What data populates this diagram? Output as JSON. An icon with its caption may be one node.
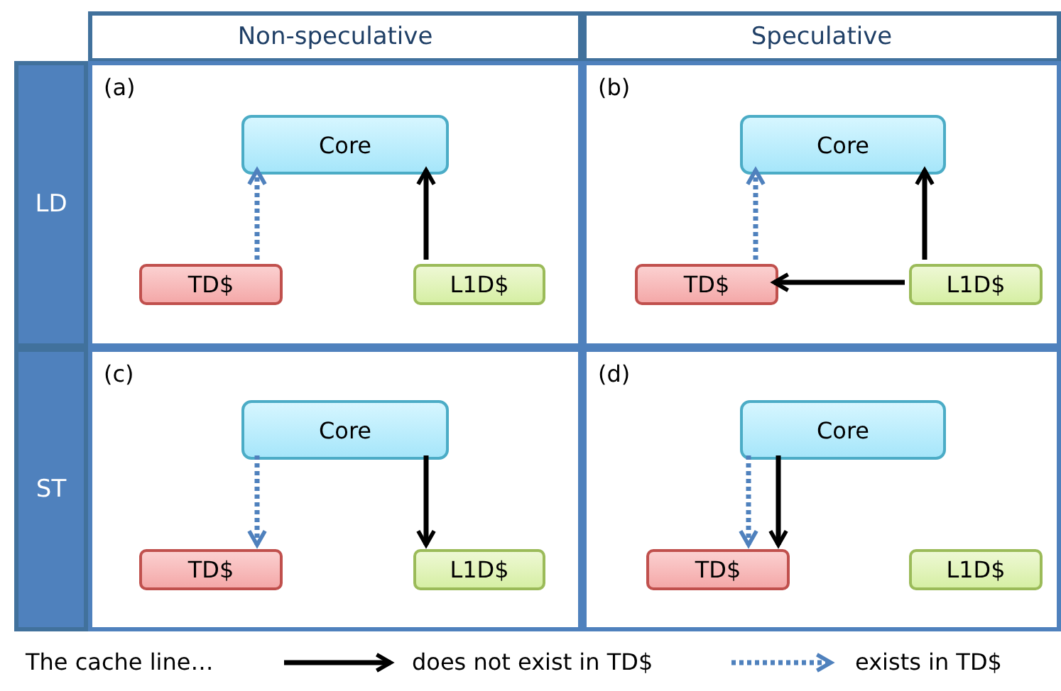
{
  "diagram": {
    "nodes": [
      {
        "text": [
          "Non-speculative"
        ]
      },
      {
        "text": [
          "Speculative"
        ]
      },
      {
        "text": [
          "LD"
        ]
      },
      {
        "text": [
          "ST"
        ]
      },
      {
        "text": [
          "(a)"
        ]
      },
      {
        "text": [
          "Core"
        ],
        "in": 4
      },
      {
        "text": [
          "TD$"
        ],
        "in": 4
      },
      {
        "text": [
          "L1D$"
        ],
        "in": 4
      },
      {
        "text": [
          "(b)"
        ]
      },
      {
        "text": [
          "Core"
        ],
        "in": 8
      },
      {
        "text": [
          "TD$"
        ],
        "in": 8
      },
      {
        "text": [
          "L1D$"
        ],
        "in": 8
      },
      {
        "text": [
          "(c)"
        ]
      },
      {
        "text": [
          "Core"
        ],
        "in": 12
      },
      {
        "text": [
          "TD$"
        ],
        "in": 12
      },
      {
        "text": [
          "L1D$"
        ],
        "in": 12
      },
      {
        "text": [
          "(d)"
        ]
      },
      {
        "text": [
          "Core"
        ],
        "in": 16
      },
      {
        "text": [
          "TD$"
        ],
        "in": 16
      },
      {
        "text": [
          "L1D$"
        ],
        "in": 16
      }
    ],
    "edges": [
      {
        "from": 6,
        "to": 5,
        "arrow": "to",
        "style": "dashed",
        "color": "#4f81bd"
      },
      {
        "from": 7,
        "to": 5,
        "arrow": "to"
      },
      {
        "from": 10,
        "to": 9,
        "arrow": "to",
        "style": "dashed",
        "color": "#4f81bd"
      },
      {
        "from": 11,
        "to": 9,
        "arrow": "to"
      },
      {
        "from": 11,
        "to": 10,
        "arrow": "to"
      },
      {
        "from": 13,
        "to": 14,
        "arrow": "to",
        "style": "dashed",
        "color": "#4f81bd"
      },
      {
        "from": 13,
        "to": 15,
        "arrow": "to"
      },
      {
        "from": 17,
        "to": 18,
        "arrow": "to",
        "style": "dashed",
        "color": "#4f81bd"
      },
      {
        "from": 17,
        "to": 18,
        "arrow": "to"
      }
    ],
    "labels": [
      "The cache line…"
    ],
    "legend": [
      {
        "text": "does not exist in TD$"
      },
      {
        "text": "exists in TD$"
      }
    ]
  }
}
